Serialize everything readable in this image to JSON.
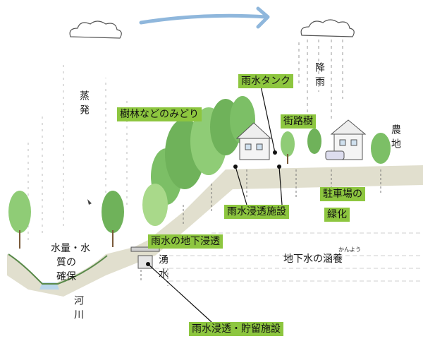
{
  "labels": {
    "evaporation": "蒸発",
    "rainfall": "降雨",
    "rain_tank": "雨水タンク",
    "forest_green": "樹林などのみどり",
    "street_trees": "街路樹",
    "farmland": "農地",
    "rain_infiltration_facility": "雨水浸透施設",
    "parking_greening_1": "駐車場の",
    "parking_greening_2": "緑化",
    "underground_infiltration": "雨水の地下浸透",
    "spring_water": "湧水",
    "groundwater_prefix": "地下水の",
    "groundwater_kanji": "涵養",
    "groundwater_ruby": "かんよう",
    "water_quantity_1": "水量・水",
    "water_quantity_2": "質の",
    "water_quantity_3": "確保",
    "river": "河川",
    "storage_facility": "雨水浸透・貯留施設"
  },
  "colors": {
    "label_bg": "#8dc63f",
    "arrow": "#8fb7dc",
    "tree": "#6fb25a",
    "tree_light": "#a9d98a",
    "ground": "#c9c9a8",
    "water": "#b9d6ea"
  }
}
